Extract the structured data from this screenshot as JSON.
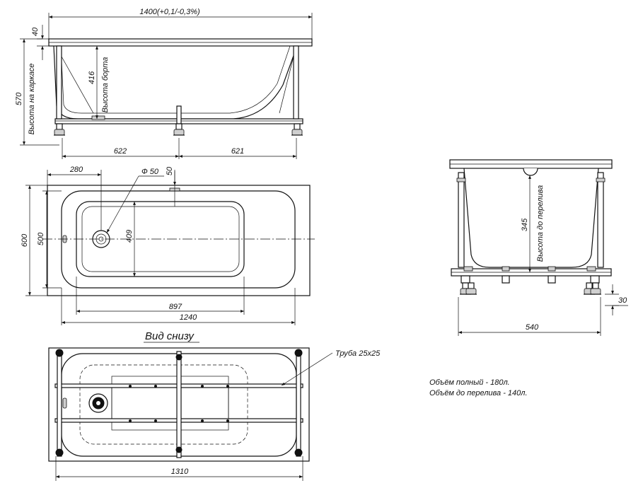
{
  "views": {
    "front": {
      "width_dim": "1400(+0,1/-0,3%)",
      "rim_dim": "40",
      "frame_height_dim": "570",
      "frame_height_label": "Высота на каркасе",
      "side_height_dim": "416",
      "side_height_label": "Высота борта",
      "leg_span_left_dim": "622",
      "leg_span_right_dim": "621"
    },
    "top": {
      "drain_offset_dim": "280",
      "drain_diameter_dim": "Ф 50",
      "overflow_offset_dim": "50",
      "outer_width_dim": "600",
      "inner_width_dim": "500",
      "bowl_width_dim": "409",
      "bowl_length_dim": "897",
      "inner_length_dim": "1240"
    },
    "bottom": {
      "title": "Вид снизу",
      "pipe_label": "Труба 25х25",
      "frame_length_dim": "1310"
    },
    "side": {
      "overflow_height_dim": "345",
      "overflow_height_label": "Высота до перелива",
      "frame_width_dim": "540",
      "foot_dim": "30"
    }
  },
  "volume": {
    "full": "Объём полный - 180л.",
    "to_overflow": "Объём до перелива - 140л."
  }
}
